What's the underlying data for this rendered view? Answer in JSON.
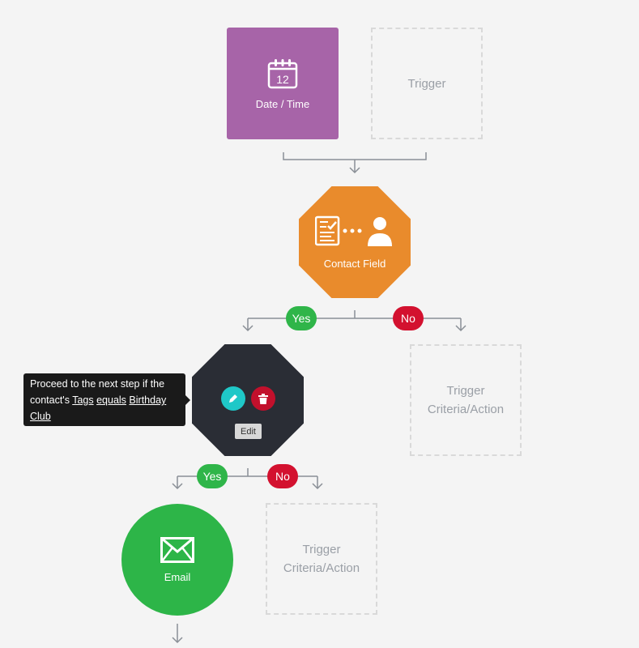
{
  "nodes": {
    "date_time": {
      "label": "Date / Time",
      "day": "12",
      "color": "#a764a8"
    },
    "trigger_top": {
      "label": "Trigger"
    },
    "contact_field": {
      "label": "Contact Field",
      "color": "#e98b2c"
    },
    "trigger_mid": {
      "label": "Trigger Criteria/Action"
    },
    "condition": {
      "edit_label": "Edit",
      "color": "#2a2d35"
    },
    "trigger_bottom": {
      "label": "Trigger Criteria/Action"
    },
    "email": {
      "label": "Email",
      "color": "#2db548"
    }
  },
  "branches": {
    "contact_yes": "Yes",
    "contact_no": "No",
    "condition_yes": "Yes",
    "condition_no": "No"
  },
  "tooltip": {
    "prefix": "Proceed to the next step if the contact's",
    "field": "Tags",
    "operator": "equals",
    "value": "Birthday Club"
  },
  "icons": [
    "calendar-icon",
    "contact-field-icon",
    "edit-pencil-icon",
    "delete-trash-icon",
    "envelope-icon"
  ],
  "colors": {
    "yes": "#2fb549",
    "no": "#d3112f",
    "edit": "#1fc8c8",
    "delete": "#c2102c",
    "connector": "#8a8f96"
  }
}
